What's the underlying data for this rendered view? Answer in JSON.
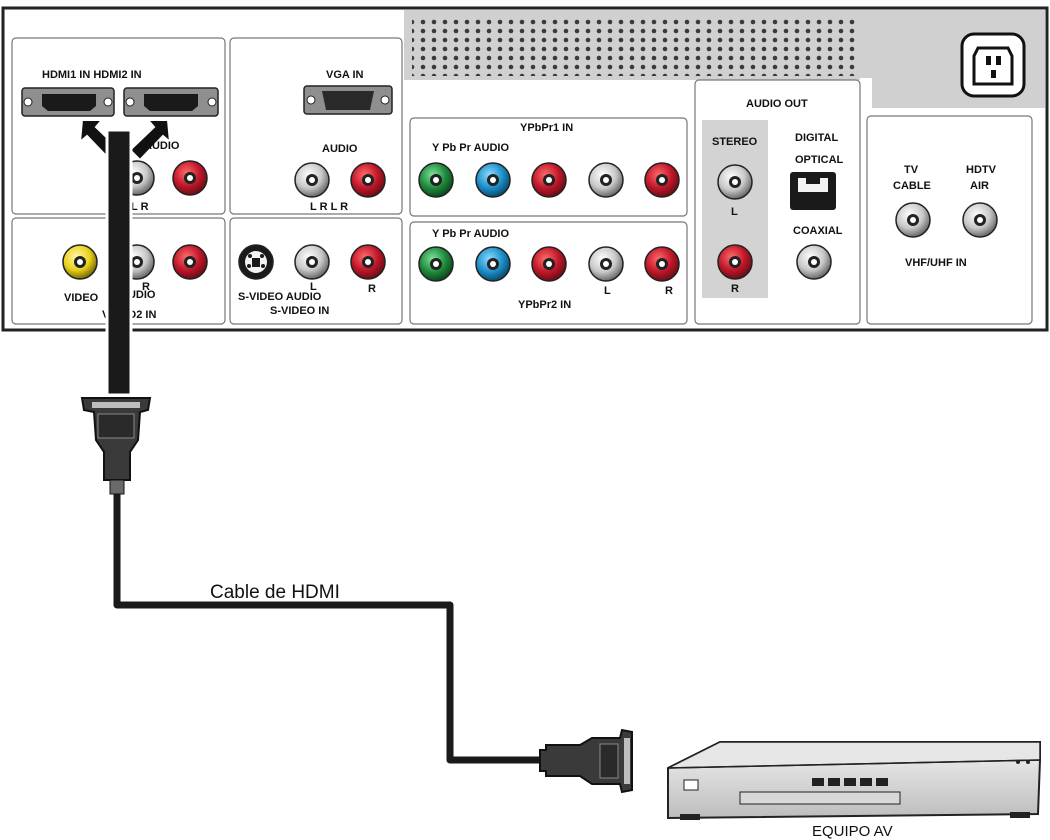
{
  "panel": {
    "hdmi_ports_label": "HDMI1 IN HDMI2 IN",
    "audio_top_left": "AUDIO",
    "audio_top_left_lr": "L R",
    "vga_in": "VGA IN",
    "vga_audio": "AUDIO",
    "vga_audio_lr": "L R L R",
    "ypbpr1_in": "YPbPr1 IN",
    "ypbpr1_sub": "Y Pb Pr AUDIO",
    "ypbpr2_sub": "Y Pb Pr AUDIO",
    "ypbpr2_in": "YPbPr2 IN",
    "ypbpr2_l": "L",
    "ypbpr2_r": "R",
    "video2_video": "VIDEO",
    "video2_audio": "AUDIO",
    "video2_r": "R",
    "video2_in": "VIDEO2 IN",
    "svideo_audio": "S-VIDEO AUDIO",
    "svideo_l": "L",
    "svideo_r": "R",
    "svideo_in": "S-VIDEO IN",
    "audio_out": "AUDIO OUT",
    "stereo": "STEREO",
    "stereo_l": "L",
    "stereo_r": "R",
    "digital": "DIGITAL",
    "optical": "OPTICAL",
    "coaxial": "COAXIAL",
    "tv": "TV",
    "cable": "CABLE",
    "hdtv": "HDTV",
    "air": "AIR",
    "vhf_uhf_in": "VHF/UHF IN"
  },
  "cable_label": "Cable de HDMI",
  "device_label": "EQUIPO AV",
  "colors": {
    "red_jack": "#c0172a",
    "green_jack": "#1f8a3c",
    "blue_jack": "#1c8fc9",
    "yellow_jack": "#e8d21b",
    "panel_grey": "#d9d9d9",
    "cable": "#1a1a1a"
  }
}
